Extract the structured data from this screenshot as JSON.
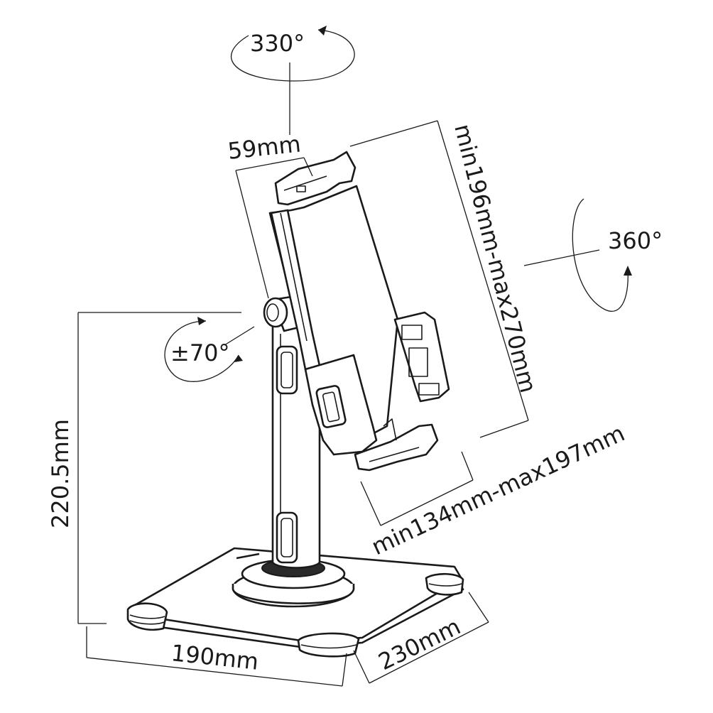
{
  "diagram": {
    "labels": {
      "rotation_top": "330°",
      "rotation_right": "360°",
      "tilt": "±70°",
      "width_neck": "59mm",
      "clamp_height": "min196mm-max270mm",
      "clamp_width": "min134mm-max197mm",
      "height": "220.5mm",
      "base_width": "190mm",
      "base_depth": "230mm"
    },
    "colors": {
      "line": "#1a1a1a",
      "background": "#ffffff"
    }
  }
}
